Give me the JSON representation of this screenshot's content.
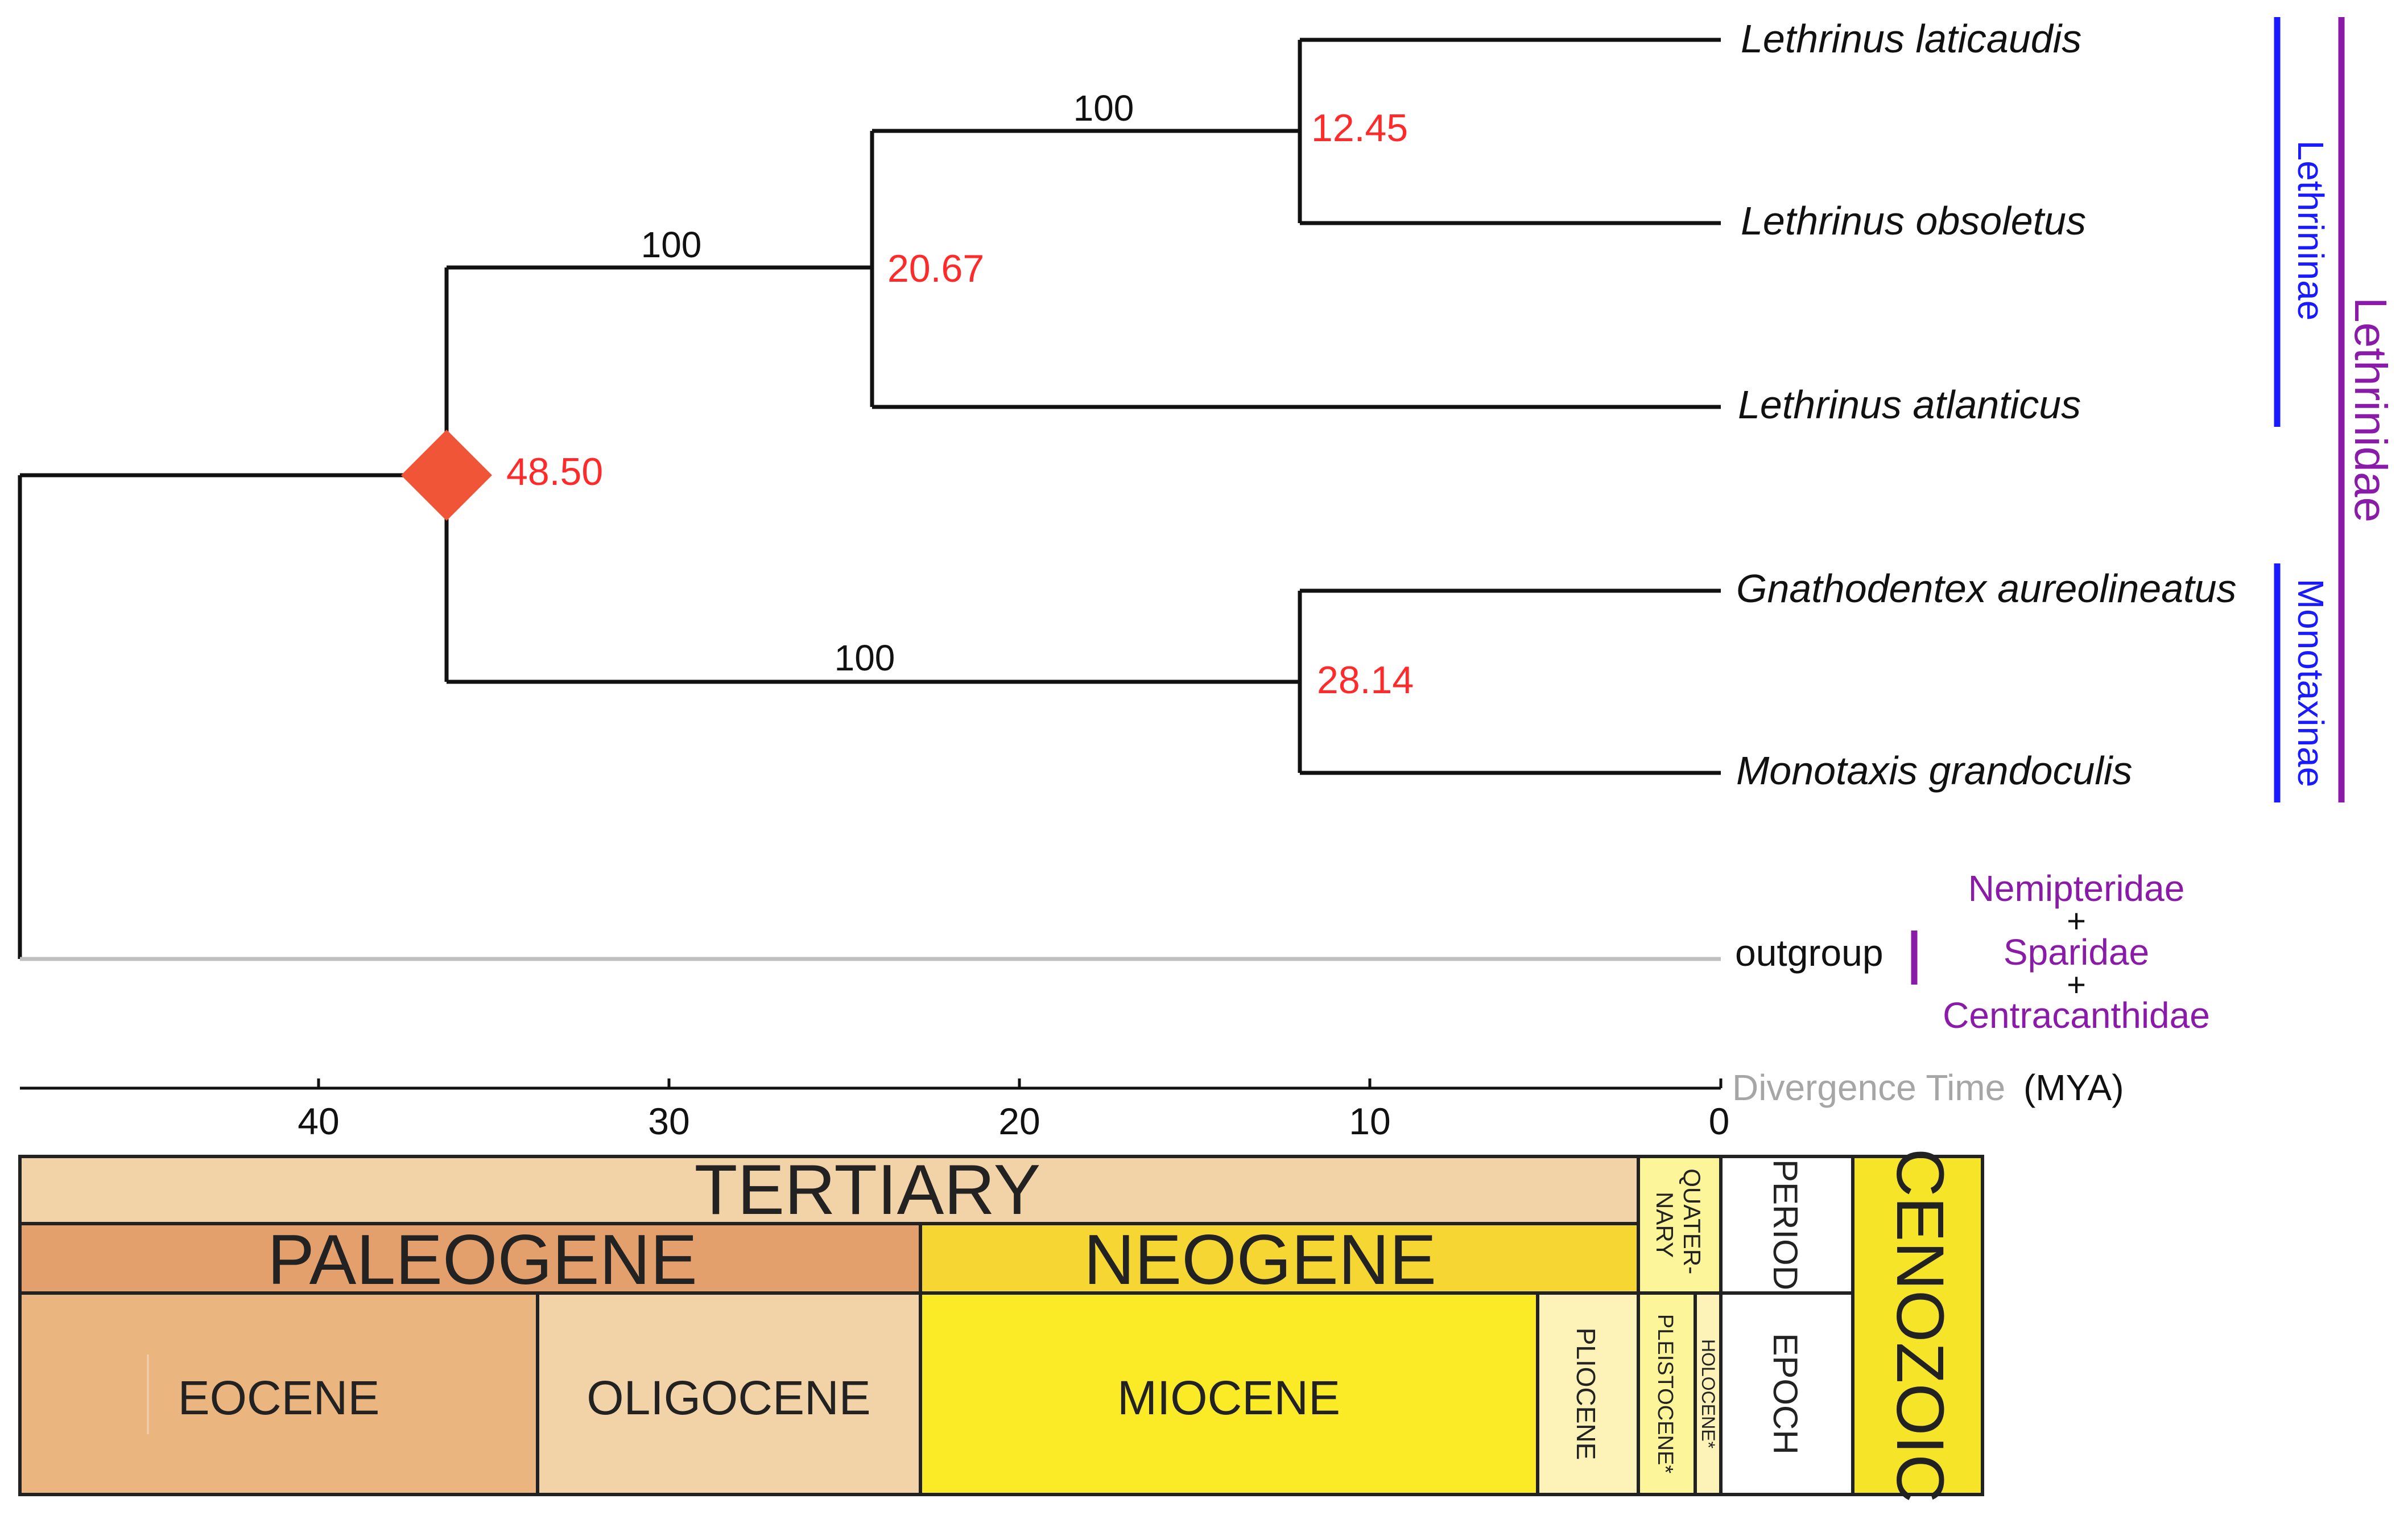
{
  "tree": {
    "taxa": [
      {
        "name": "Lethrinus laticaudis"
      },
      {
        "name": "Lethrinus obsoletus"
      },
      {
        "name": "Lethrinus atlanticus"
      },
      {
        "name": "Gnathodentex aureolineatus"
      },
      {
        "name": "Monotaxis grandoculis"
      },
      {
        "name": "outgroup"
      }
    ],
    "node_ages": [
      "48.50",
      "20.67",
      "12.45",
      "28.14"
    ],
    "node_ages_mya": [
      48.5,
      20.67,
      12.45,
      28.14
    ],
    "support": [
      "100",
      "100",
      "100"
    ],
    "calibration_marker": "diamond",
    "colors": {
      "age": "#ff2a2a",
      "marker": "#f05537",
      "subfamily": "#1a1aff",
      "family": "#8a1aa8",
      "outgroup_branch": "#bfbfbf"
    }
  },
  "clades": {
    "subfamily_1": "Lethrininae",
    "subfamily_2": "Monotaxinae",
    "family": "Lethrinidae",
    "outgroup_families": [
      "Nemipteridae",
      "+",
      "Sparidae",
      "+",
      "Centracanthidae"
    ]
  },
  "axis": {
    "label_part1": "Divergence Time",
    "label_part2": "(MYA)",
    "ticks": [
      "40",
      "30",
      "20",
      "10",
      "0"
    ],
    "tick_values": [
      40,
      30,
      20,
      10,
      0
    ]
  },
  "timescale": {
    "era": "CENOZOIC",
    "tertiary": "TERTIARY",
    "quaternary": "QUATER-NARY",
    "paleogene": "PALEOGENE",
    "neogene": "NEOGENE",
    "eocene": "EOCENE",
    "oligocene": "OLIGOCENE",
    "miocene": "MIOCENE",
    "pliocene": "PLIOCENE",
    "pleistocene": "PLEISTOCENE*",
    "holocene": "HOLOCENE*",
    "period_label": "PERIOD",
    "epoch_label": "EPOCH",
    "colors": {
      "tertiary": "#f2d3a7",
      "paleogene": "#e3a06c",
      "neogene": "#f5d632",
      "eocene": "#ebb580",
      "oligocene": "#f2d3a7",
      "miocene": "#fbeb26",
      "pliocene": "#fdf3b8",
      "quaternary": "#fdf59a",
      "cenozoic": "#f5e428"
    }
  }
}
